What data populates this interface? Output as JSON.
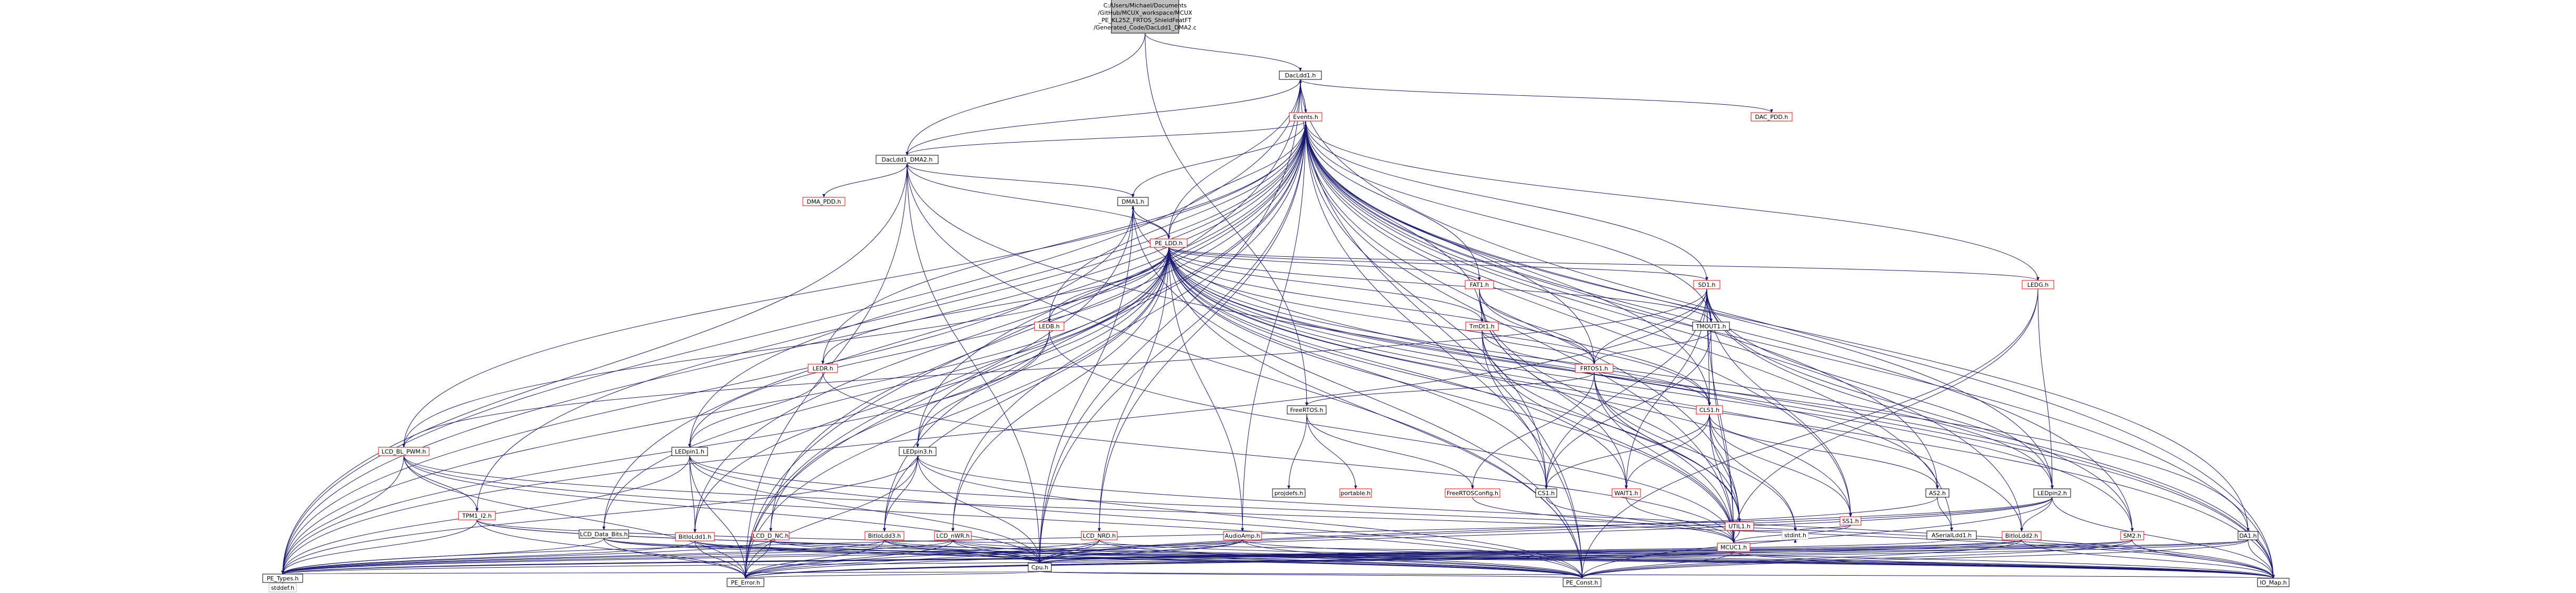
{
  "title_lines": [
    "C:/Users/Michael/Documents",
    "/GitHub/MCUX_workspace/MCUX",
    "_PE_KL25Z_FRTOS_ShieldFeatFT",
    "/Generated_Code/DacLdd1_DMA2.c"
  ],
  "colors": {
    "edge": "#191970",
    "root_fill": "#bfbfbf",
    "root_border": "#000000",
    "node_fill": "#ffffff",
    "node_border": "#000000",
    "red_border": "#ff0000",
    "gray_border": "#bfbfbf"
  },
  "nodes": [
    {
      "id": "root",
      "label": "",
      "kind": "root"
    },
    {
      "id": "DacLdd1",
      "label": "DacLdd1.h",
      "kind": "black"
    },
    {
      "id": "Events",
      "label": "Events.h",
      "kind": "red"
    },
    {
      "id": "DAC_PDD",
      "label": "DAC_PDD.h",
      "kind": "red"
    },
    {
      "id": "DacLdd1DMA2",
      "label": "DacLdd1_DMA2.h",
      "kind": "black"
    },
    {
      "id": "DMA_PDD",
      "label": "DMA_PDD.h",
      "kind": "red"
    },
    {
      "id": "DMA1",
      "label": "DMA1.h",
      "kind": "black"
    },
    {
      "id": "PE_LDD",
      "label": "PE_LDD.h",
      "kind": "red"
    },
    {
      "id": "FAT1",
      "label": "FAT1.h",
      "kind": "red"
    },
    {
      "id": "SD1",
      "label": "SD1.h",
      "kind": "red"
    },
    {
      "id": "LEDG",
      "label": "LEDG.h",
      "kind": "red"
    },
    {
      "id": "LEDB",
      "label": "LEDB.h",
      "kind": "red"
    },
    {
      "id": "TmDt1",
      "label": "TmDt1.h",
      "kind": "red"
    },
    {
      "id": "TMOUT1",
      "label": "TMOUT1.h",
      "kind": "black"
    },
    {
      "id": "LEDR",
      "label": "LEDR.h",
      "kind": "red"
    },
    {
      "id": "FRTOS1",
      "label": "FRTOS1.h",
      "kind": "red"
    },
    {
      "id": "FreeRTOS",
      "label": "FreeRTOS.h",
      "kind": "black"
    },
    {
      "id": "CLS1",
      "label": "CLS1.h",
      "kind": "red"
    },
    {
      "id": "LCD_BL_PWM",
      "label": "LCD_BL_PWM.h",
      "kind": "red"
    },
    {
      "id": "LEDpin1",
      "label": "LEDpin1.h",
      "kind": "black"
    },
    {
      "id": "LEDpin3",
      "label": "LEDpin3.h",
      "kind": "black"
    },
    {
      "id": "projdefs",
      "label": "projdefs.h",
      "kind": "black"
    },
    {
      "id": "portable",
      "label": "portable.h",
      "kind": "red"
    },
    {
      "id": "FreeRTOSConfig",
      "label": "FreeRTOSConfig.h",
      "kind": "red"
    },
    {
      "id": "CS1",
      "label": "CS1.h",
      "kind": "black"
    },
    {
      "id": "WAIT1",
      "label": "WAIT1.h",
      "kind": "red"
    },
    {
      "id": "AS2",
      "label": "AS2.h",
      "kind": "black"
    },
    {
      "id": "LEDpin2",
      "label": "LEDpin2.h",
      "kind": "black"
    },
    {
      "id": "UTIL1",
      "label": "UTIL1.h",
      "kind": "red"
    },
    {
      "id": "SS1",
      "label": "SS1.h",
      "kind": "red"
    },
    {
      "id": "stdint",
      "label": "stdint.h",
      "kind": "gray"
    },
    {
      "id": "MCUC1",
      "label": "MCUC1.h",
      "kind": "red"
    },
    {
      "id": "ASerialLdd1",
      "label": "ASerialLdd1.h",
      "kind": "black"
    },
    {
      "id": "TPM1_I2",
      "label": "TPM1_I2.h",
      "kind": "red"
    },
    {
      "id": "LCD_Data_Bits",
      "label": "LCD_Data_Bits.h",
      "kind": "black"
    },
    {
      "id": "BitIoLdd1",
      "label": "BitIoLdd1.h",
      "kind": "red"
    },
    {
      "id": "LCD_D_NC",
      "label": "LCD_D_NC.h",
      "kind": "red"
    },
    {
      "id": "BitIoLdd3",
      "label": "BitIoLdd3.h",
      "kind": "red"
    },
    {
      "id": "LCD_nWR",
      "label": "LCD_nWR.h",
      "kind": "red"
    },
    {
      "id": "LCD_NRD",
      "label": "LCD_NRD.h",
      "kind": "red"
    },
    {
      "id": "AudioAmp",
      "label": "AudioAmp.h",
      "kind": "red"
    },
    {
      "id": "BitIoLdd2",
      "label": "BitIoLdd2.h",
      "kind": "red"
    },
    {
      "id": "SM2",
      "label": "SM2.h",
      "kind": "red"
    },
    {
      "id": "DA1",
      "label": "DA1.h",
      "kind": "black"
    },
    {
      "id": "Cpu",
      "label": "Cpu.h",
      "kind": "black"
    },
    {
      "id": "PE_Types",
      "label": "PE_Types.h",
      "kind": "black"
    },
    {
      "id": "PE_Error",
      "label": "PE_Error.h",
      "kind": "black"
    },
    {
      "id": "PE_Const",
      "label": "PE_Const.h",
      "kind": "black"
    },
    {
      "id": "IO_Map",
      "label": "IO_Map.h",
      "kind": "black"
    },
    {
      "id": "stddef",
      "label": "stddef.h",
      "kind": "gray"
    }
  ],
  "edges": [
    [
      "root",
      "DacLdd1"
    ],
    [
      "root",
      "DacLdd1DMA2"
    ],
    [
      "root",
      "FreeRTOS"
    ],
    [
      "DacLdd1",
      "Events"
    ],
    [
      "DacLdd1",
      "DAC_PDD"
    ],
    [
      "DacLdd1",
      "DacLdd1DMA2"
    ],
    [
      "DacLdd1",
      "PE_Types"
    ],
    [
      "DacLdd1",
      "PE_Error"
    ],
    [
      "DacLdd1",
      "PE_Const"
    ],
    [
      "DacLdd1",
      "IO_Map"
    ],
    [
      "DacLdd1",
      "Cpu"
    ],
    [
      "Events",
      "DacLdd1"
    ],
    [
      "Events",
      "DacLdd1DMA2"
    ],
    [
      "Events",
      "DMA1"
    ],
    [
      "Events",
      "PE_LDD"
    ],
    [
      "Events",
      "FAT1"
    ],
    [
      "Events",
      "SD1"
    ],
    [
      "Events",
      "LEDG"
    ],
    [
      "Events",
      "LEDB"
    ],
    [
      "Events",
      "LEDR"
    ],
    [
      "Events",
      "TmDt1"
    ],
    [
      "Events",
      "TMOUT1"
    ],
    [
      "Events",
      "FRTOS1"
    ],
    [
      "Events",
      "CLS1"
    ],
    [
      "Events",
      "CS1"
    ],
    [
      "Events",
      "AS2"
    ],
    [
      "Events",
      "LEDpin1"
    ],
    [
      "Events",
      "LEDpin2"
    ],
    [
      "Events",
      "LEDpin3"
    ],
    [
      "Events",
      "SS1"
    ],
    [
      "Events",
      "UTIL1"
    ],
    [
      "Events",
      "MCUC1"
    ],
    [
      "Events",
      "ASerialLdd1"
    ],
    [
      "Events",
      "LCD_BL_PWM"
    ],
    [
      "Events",
      "TPM1_I2"
    ],
    [
      "Events",
      "LCD_Data_Bits"
    ],
    [
      "Events",
      "BitIoLdd1"
    ],
    [
      "Events",
      "LCD_D_NC"
    ],
    [
      "Events",
      "BitIoLdd3"
    ],
    [
      "Events",
      "LCD_nWR"
    ],
    [
      "Events",
      "LCD_NRD"
    ],
    [
      "Events",
      "AudioAmp"
    ],
    [
      "Events",
      "BitIoLdd2"
    ],
    [
      "Events",
      "SM2"
    ],
    [
      "Events",
      "DA1"
    ],
    [
      "Events",
      "Cpu"
    ],
    [
      "Events",
      "PE_Types"
    ],
    [
      "Events",
      "PE_Error"
    ],
    [
      "Events",
      "PE_Const"
    ],
    [
      "Events",
      "IO_Map"
    ],
    [
      "DacLdd1DMA2",
      "DMA_PDD"
    ],
    [
      "DacLdd1DMA2",
      "DMA1"
    ],
    [
      "DacLdd1DMA2",
      "PE_Types"
    ],
    [
      "DacLdd1DMA2",
      "PE_Error"
    ],
    [
      "DacLdd1DMA2",
      "PE_Const"
    ],
    [
      "DacLdd1DMA2",
      "IO_Map"
    ],
    [
      "DacLdd1DMA2",
      "Cpu"
    ],
    [
      "DMA1",
      "PE_LDD"
    ],
    [
      "DMA1",
      "PE_Types"
    ],
    [
      "DMA1",
      "PE_Error"
    ],
    [
      "DMA1",
      "PE_Const"
    ],
    [
      "DMA1",
      "IO_Map"
    ],
    [
      "DMA1",
      "Cpu"
    ],
    [
      "PE_LDD",
      "DacLdd1"
    ],
    [
      "PE_LDD",
      "DacLdd1DMA2"
    ],
    [
      "PE_LDD",
      "DMA1"
    ],
    [
      "PE_LDD",
      "FAT1"
    ],
    [
      "PE_LDD",
      "SD1"
    ],
    [
      "PE_LDD",
      "LEDG"
    ],
    [
      "PE_LDD",
      "LEDB"
    ],
    [
      "PE_LDD",
      "LEDR"
    ],
    [
      "PE_LDD",
      "TmDt1"
    ],
    [
      "PE_LDD",
      "TMOUT1"
    ],
    [
      "PE_LDD",
      "FRTOS1"
    ],
    [
      "PE_LDD",
      "CLS1"
    ],
    [
      "PE_LDD",
      "CS1"
    ],
    [
      "PE_LDD",
      "AS2"
    ],
    [
      "PE_LDD",
      "LEDpin1"
    ],
    [
      "PE_LDD",
      "LEDpin2"
    ],
    [
      "PE_LDD",
      "LEDpin3"
    ],
    [
      "PE_LDD",
      "SS1"
    ],
    [
      "PE_LDD",
      "UTIL1"
    ],
    [
      "PE_LDD",
      "WAIT1"
    ],
    [
      "PE_LDD",
      "MCUC1"
    ],
    [
      "PE_LDD",
      "LCD_BL_PWM"
    ],
    [
      "PE_LDD",
      "LCD_Data_Bits"
    ],
    [
      "PE_LDD",
      "LCD_D_NC"
    ],
    [
      "PE_LDD",
      "LCD_nWR"
    ],
    [
      "PE_LDD",
      "LCD_NRD"
    ],
    [
      "PE_LDD",
      "AudioAmp"
    ],
    [
      "PE_LDD",
      "SM2"
    ],
    [
      "PE_LDD",
      "DA1"
    ],
    [
      "PE_LDD",
      "BitIoLdd1"
    ],
    [
      "PE_LDD",
      "BitIoLdd2"
    ],
    [
      "PE_LDD",
      "BitIoLdd3"
    ],
    [
      "PE_LDD",
      "PE_Types"
    ],
    [
      "PE_LDD",
      "PE_Error"
    ],
    [
      "PE_LDD",
      "PE_Const"
    ],
    [
      "PE_LDD",
      "IO_Map"
    ],
    [
      "FAT1",
      "TmDt1"
    ],
    [
      "FAT1",
      "FRTOS1"
    ],
    [
      "FAT1",
      "UTIL1"
    ],
    [
      "FAT1",
      "WAIT1"
    ],
    [
      "FAT1",
      "CLS1"
    ],
    [
      "FAT1",
      "MCUC1"
    ],
    [
      "SD1",
      "TMOUT1"
    ],
    [
      "SD1",
      "FRTOS1"
    ],
    [
      "SD1",
      "CLS1"
    ],
    [
      "SD1",
      "WAIT1"
    ],
    [
      "SD1",
      "SS1"
    ],
    [
      "SD1",
      "LEDpin2"
    ],
    [
      "SD1",
      "SM2"
    ],
    [
      "SD1",
      "MCUC1"
    ],
    [
      "SD1",
      "CS1"
    ],
    [
      "SD1",
      "LCD_BL_PWM"
    ],
    [
      "SD1",
      "PE_Types"
    ],
    [
      "SD1",
      "IO_Map"
    ],
    [
      "LEDG",
      "LEDpin2"
    ],
    [
      "LEDG",
      "MCUC1"
    ],
    [
      "LEDG",
      "PE_Const"
    ],
    [
      "LEDB",
      "LEDpin3"
    ],
    [
      "LEDB",
      "MCUC1"
    ],
    [
      "LEDB",
      "PE_Types"
    ],
    [
      "LEDR",
      "LEDpin1"
    ],
    [
      "LEDR",
      "MCUC1"
    ],
    [
      "TmDt1",
      "FRTOS1"
    ],
    [
      "TmDt1",
      "CLS1"
    ],
    [
      "TmDt1",
      "UTIL1"
    ],
    [
      "TmDt1",
      "MCUC1"
    ],
    [
      "TmDt1",
      "CS1"
    ],
    [
      "TMOUT1",
      "FRTOS1"
    ],
    [
      "TMOUT1",
      "CS1"
    ],
    [
      "TMOUT1",
      "MCUC1"
    ],
    [
      "FRTOS1",
      "FreeRTOS"
    ],
    [
      "FRTOS1",
      "FreeRTOSConfig"
    ],
    [
      "FRTOS1",
      "MCUC1"
    ],
    [
      "FRTOS1",
      "UTIL1"
    ],
    [
      "FRTOS1",
      "stdint"
    ],
    [
      "FreeRTOS",
      "projdefs"
    ],
    [
      "FreeRTOS",
      "portable"
    ],
    [
      "FreeRTOS",
      "FreeRTOSConfig"
    ],
    [
      "CLS1",
      "CS1"
    ],
    [
      "CLS1",
      "WAIT1"
    ],
    [
      "CLS1",
      "AS2"
    ],
    [
      "CLS1",
      "UTIL1"
    ],
    [
      "CLS1",
      "SS1"
    ],
    [
      "CLS1",
      "MCUC1"
    ],
    [
      "CLS1",
      "stdint"
    ],
    [
      "FreeRTOSConfig",
      "MCUC1"
    ],
    [
      "CS1",
      "MCUC1"
    ],
    [
      "WAIT1",
      "MCUC1"
    ],
    [
      "UTIL1",
      "MCUC1"
    ],
    [
      "UTIL1",
      "stdint"
    ],
    [
      "SS1",
      "MCUC1"
    ],
    [
      "SS1",
      "stdint"
    ],
    [
      "AS2",
      "ASerialLdd1"
    ],
    [
      "AS2",
      "Cpu"
    ],
    [
      "MCUC1",
      "stdint"
    ],
    [
      "MCUC1",
      "PE_Types"
    ],
    [
      "MCUC1",
      "PE_Const"
    ],
    [
      "MCUC1",
      "IO_Map"
    ],
    [
      "MCUC1",
      "Cpu"
    ],
    [
      "ASerialLdd1",
      "Cpu"
    ],
    [
      "LEDpin1",
      "BitIoLdd1"
    ],
    [
      "LEDpin1",
      "PE_Types"
    ],
    [
      "LEDpin1",
      "PE_Error"
    ],
    [
      "LEDpin1",
      "PE_Const"
    ],
    [
      "LEDpin1",
      "IO_Map"
    ],
    [
      "LEDpin1",
      "Cpu"
    ],
    [
      "LEDpin2",
      "BitIoLdd2"
    ],
    [
      "LEDpin2",
      "PE_Types"
    ],
    [
      "LEDpin2",
      "PE_Error"
    ],
    [
      "LEDpin2",
      "PE_Const"
    ],
    [
      "LEDpin2",
      "IO_Map"
    ],
    [
      "LEDpin2",
      "Cpu"
    ],
    [
      "LEDpin3",
      "BitIoLdd3"
    ],
    [
      "LEDpin3",
      "PE_Types"
    ],
    [
      "LEDpin3",
      "PE_Error"
    ],
    [
      "LEDpin3",
      "PE_Const"
    ],
    [
      "LEDpin3",
      "IO_Map"
    ],
    [
      "LEDpin3",
      "Cpu"
    ],
    [
      "LCD_BL_PWM",
      "TPM1_I2"
    ],
    [
      "LCD_BL_PWM",
      "PE_Types"
    ],
    [
      "LCD_BL_PWM",
      "PE_Error"
    ],
    [
      "LCD_BL_PWM",
      "PE_Const"
    ],
    [
      "LCD_BL_PWM",
      "IO_Map"
    ],
    [
      "LCD_BL_PWM",
      "Cpu"
    ],
    [
      "TPM1_I2",
      "PE_Types"
    ],
    [
      "TPM1_I2",
      "PE_Error"
    ],
    [
      "TPM1_I2",
      "PE_Const"
    ],
    [
      "TPM1_I2",
      "IO_Map"
    ],
    [
      "TPM1_I2",
      "Cpu"
    ],
    [
      "LCD_Data_Bits",
      "PE_Types"
    ],
    [
      "LCD_Data_Bits",
      "PE_Error"
    ],
    [
      "LCD_Data_Bits",
      "PE_Const"
    ],
    [
      "LCD_Data_Bits",
      "IO_Map"
    ],
    [
      "LCD_Data_Bits",
      "Cpu"
    ],
    [
      "BitIoLdd1",
      "PE_Types"
    ],
    [
      "BitIoLdd1",
      "PE_Error"
    ],
    [
      "BitIoLdd1",
      "PE_Const"
    ],
    [
      "BitIoLdd1",
      "IO_Map"
    ],
    [
      "BitIoLdd1",
      "Cpu"
    ],
    [
      "LCD_D_NC",
      "PE_Types"
    ],
    [
      "LCD_D_NC",
      "PE_Error"
    ],
    [
      "LCD_D_NC",
      "PE_Const"
    ],
    [
      "LCD_D_NC",
      "IO_Map"
    ],
    [
      "LCD_D_NC",
      "Cpu"
    ],
    [
      "BitIoLdd3",
      "PE_Types"
    ],
    [
      "BitIoLdd3",
      "PE_Error"
    ],
    [
      "BitIoLdd3",
      "PE_Const"
    ],
    [
      "BitIoLdd3",
      "IO_Map"
    ],
    [
      "BitIoLdd3",
      "Cpu"
    ],
    [
      "LCD_nWR",
      "PE_Types"
    ],
    [
      "LCD_nWR",
      "PE_Error"
    ],
    [
      "LCD_nWR",
      "PE_Const"
    ],
    [
      "LCD_nWR",
      "IO_Map"
    ],
    [
      "LCD_nWR",
      "Cpu"
    ],
    [
      "LCD_NRD",
      "PE_Types"
    ],
    [
      "LCD_NRD",
      "PE_Error"
    ],
    [
      "LCD_NRD",
      "PE_Const"
    ],
    [
      "LCD_NRD",
      "IO_Map"
    ],
    [
      "LCD_NRD",
      "Cpu"
    ],
    [
      "AudioAmp",
      "PE_Types"
    ],
    [
      "AudioAmp",
      "PE_Error"
    ],
    [
      "AudioAmp",
      "PE_Const"
    ],
    [
      "AudioAmp",
      "IO_Map"
    ],
    [
      "AudioAmp",
      "Cpu"
    ],
    [
      "BitIoLdd2",
      "PE_Types"
    ],
    [
      "BitIoLdd2",
      "PE_Error"
    ],
    [
      "BitIoLdd2",
      "PE_Const"
    ],
    [
      "BitIoLdd2",
      "IO_Map"
    ],
    [
      "BitIoLdd2",
      "Cpu"
    ],
    [
      "SM2",
      "PE_Types"
    ],
    [
      "SM2",
      "PE_Error"
    ],
    [
      "SM2",
      "PE_Const"
    ],
    [
      "SM2",
      "IO_Map"
    ],
    [
      "SM2",
      "Cpu"
    ],
    [
      "DA1",
      "PE_Types"
    ],
    [
      "DA1",
      "PE_Error"
    ],
    [
      "DA1",
      "PE_Const"
    ],
    [
      "DA1",
      "IO_Map"
    ],
    [
      "DA1",
      "Cpu"
    ],
    [
      "Cpu",
      "PE_Types"
    ],
    [
      "Cpu",
      "PE_Error"
    ],
    [
      "Cpu",
      "PE_Const"
    ],
    [
      "Cpu",
      "IO_Map"
    ],
    [
      "PE_Types",
      "stddef"
    ]
  ]
}
